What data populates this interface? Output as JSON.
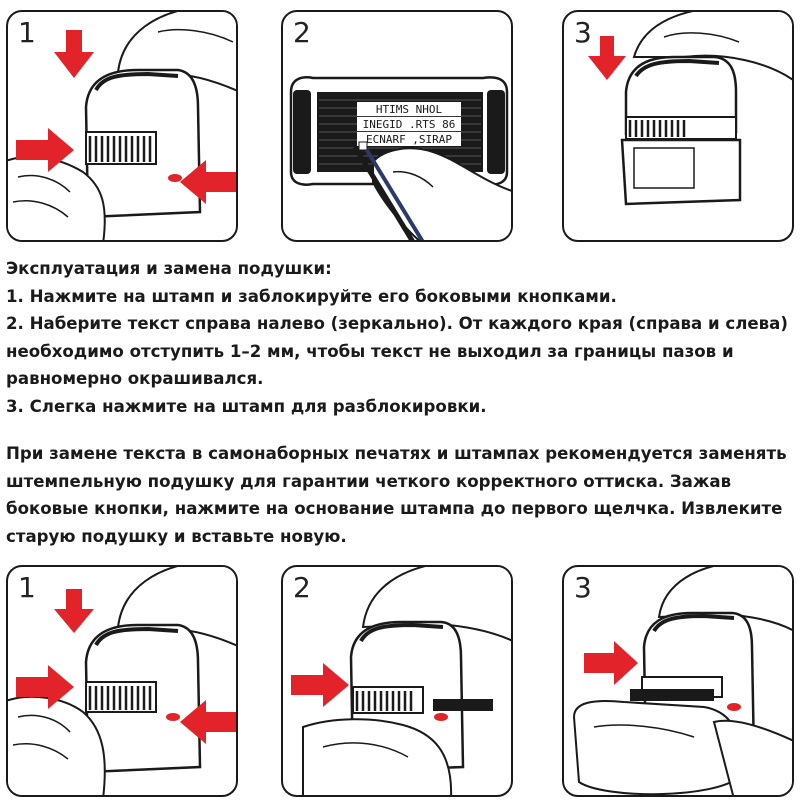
{
  "top_steps": [
    {
      "number": "1"
    },
    {
      "number": "2",
      "mirrored_text_lines": [
        "HTIMS NHOL",
        "INEGID .RTS 86",
        "ECNARF ,SIRAP"
      ]
    },
    {
      "number": "3"
    }
  ],
  "instructions": {
    "heading": "Эксплуатация и замена подушки:",
    "step1": "1. Нажмите на штамп и заблокируйте его боковыми кнопками.",
    "step2": "2. Наберите текст справа налево (зеркально). От каждого края (справа и слева) необходимо отступить 1–2 мм, чтобы текст не выходил за границы пазов и равномерно окрашивался.",
    "step3": "3. Слегка нажмите на штамп для разблокировки."
  },
  "replacement": {
    "text": "При замене текста в самонаборных печатях и штампах рекомендуется заменять штемпельную подушку для гарантии четкого корректного оттиска. Зажав боковые кнопки, нажмите на основание штампа до первого щелчка. Извлеките старую подушку и вставьте новую."
  },
  "bottom_steps": [
    {
      "number": "1"
    },
    {
      "number": "2"
    },
    {
      "number": "3"
    }
  ],
  "colors": {
    "arrow": "#e3232a",
    "line": "#1a1a1a",
    "background": "#ffffff"
  }
}
